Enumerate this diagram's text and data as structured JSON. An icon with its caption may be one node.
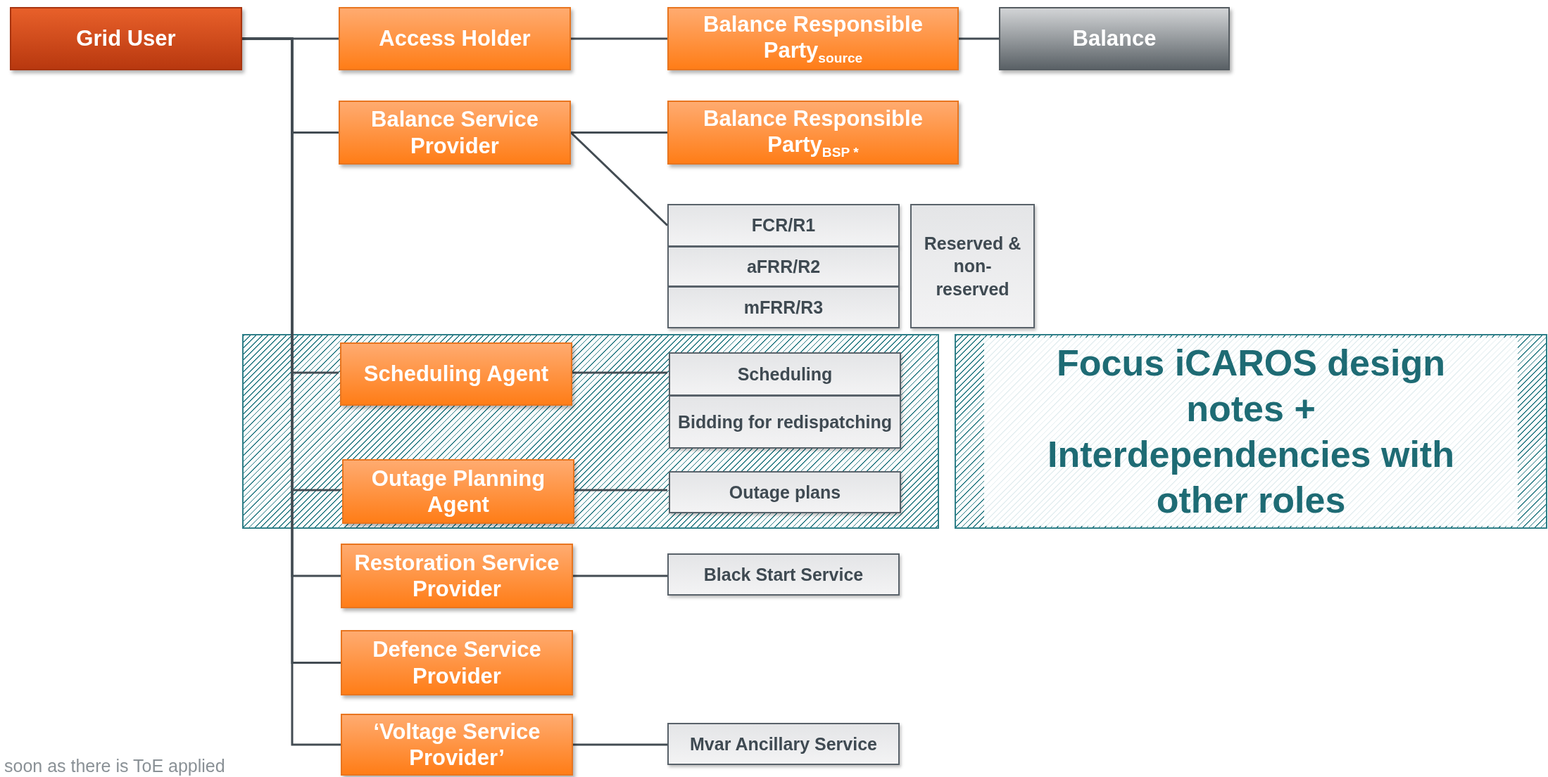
{
  "diagram": {
    "nodes": [
      {
        "text": [
          "Grid User"
        ]
      },
      {
        "text": [
          "Access Holder"
        ]
      },
      {
        "text": [
          "Balance Responsible Party$_{source}$"
        ]
      },
      {
        "text": [
          "Balance"
        ]
      },
      {
        "text": [
          "Balance Service Provider"
        ]
      },
      {
        "text": [
          "Balance Responsible Party$_{BSP *}$"
        ]
      },
      {
        "text": [
          "FCR/R1"
        ]
      },
      {
        "text": [
          "aFRR/R2"
        ]
      },
      {
        "text": [
          "mFRR/R3"
        ]
      },
      {
        "text": [
          "Reserved & non-reserved"
        ]
      },
      {
        "text": [],
        "shape": "box"
      },
      {
        "text": [
          "Scheduling Agent"
        ],
        "in": 10
      },
      {
        "text": [
          "Scheduling"
        ],
        "in": 10
      },
      {
        "text": [
          "Bidding for redispatching"
        ],
        "in": 10
      },
      {
        "text": [
          "Outage Planning Agent"
        ],
        "in": 10
      },
      {
        "text": [
          "Outage plans"
        ],
        "in": 10
      },
      {
        "text": [
          "Focus iCAROS design notes + Interdependencies with other roles"
        ]
      },
      {
        "text": [
          "Restoration Service Provider"
        ]
      },
      {
        "text": [
          "Black Start Service"
        ]
      },
      {
        "text": [
          "Defence Service Provider"
        ]
      },
      {
        "text": [
          "‘Voltage Service Provider’"
        ]
      },
      {
        "text": [
          "Mvar Ancillary Service"
        ]
      }
    ],
    "edges": [
      {
        "from": 0,
        "to": 1,
        "arrow": "none"
      },
      {
        "from": 1,
        "to": 2,
        "arrow": "none"
      },
      {
        "from": 2,
        "to": 3,
        "arrow": "none"
      },
      {
        "from": 0,
        "to": 4,
        "arrow": "none"
      },
      {
        "from": 4,
        "to": 5,
        "arrow": "none"
      },
      {
        "from": 4,
        "to": 6,
        "arrow": "none"
      },
      {
        "from": 0,
        "to": 11,
        "arrow": "none"
      },
      {
        "from": 11,
        "to": 12,
        "arrow": "none"
      },
      {
        "from": 0,
        "to": 14,
        "arrow": "none"
      },
      {
        "from": 14,
        "to": 15,
        "arrow": "none"
      },
      {
        "from": 0,
        "to": 17,
        "arrow": "none"
      },
      {
        "from": 17,
        "to": 18,
        "arrow": "none"
      },
      {
        "from": 0,
        "to": 19,
        "arrow": "none"
      },
      {
        "from": 0,
        "to": 20,
        "arrow": "none"
      },
      {
        "from": 20,
        "to": 21,
        "arrow": "none"
      }
    ],
    "labels": [
      "soon as there is ToE applied"
    ]
  }
}
